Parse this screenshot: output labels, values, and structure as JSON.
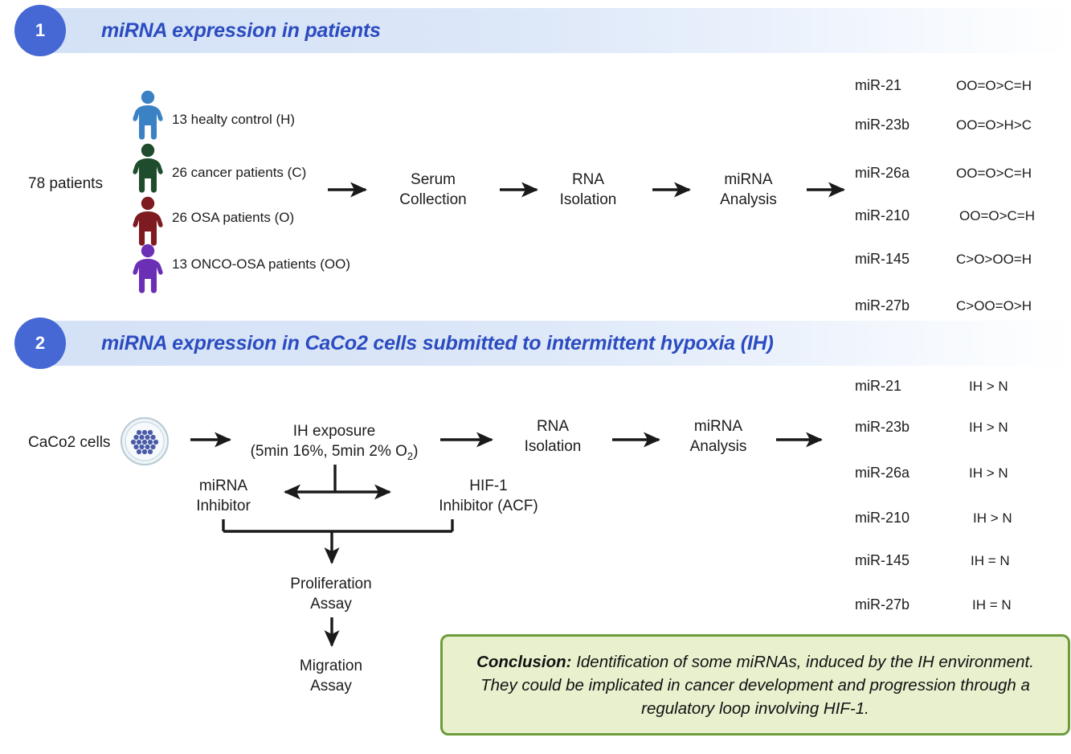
{
  "figure": {
    "title": "miRNA expression study schematic",
    "colors": {
      "badge": "#4568d4",
      "banner_start": "#d4e1f6",
      "banner_end": "#ffffff",
      "banner_title": "#2b4cc0",
      "conclusion_fill": "#e8f0ce",
      "conclusion_border": "#6d9c3c",
      "person_healthy": "#3b82c4",
      "person_cancer": "#1f4c2c",
      "person_osa": "#7d1b20",
      "person_oncoosa": "#6a2fb5",
      "cell_fill": "#4a5ba8"
    }
  },
  "sections": [
    {
      "number": "1",
      "title": "miRNA expression in patients",
      "cohort_total": "78 patients",
      "groups": [
        {
          "label": "13 healty control (H)",
          "color": "#3b82c4",
          "icon": "person-icon"
        },
        {
          "label": "26 cancer patients (C)",
          "color": "#1f4c2c",
          "icon": "person-icon"
        },
        {
          "label": "26 OSA patients (O)",
          "color": "#7d1b20",
          "icon": "person-icon"
        },
        {
          "label": "13 ONCO-OSA patients (OO)",
          "color": "#6a2fb5",
          "icon": "person-icon"
        }
      ],
      "steps": [
        {
          "line1": "Serum",
          "line2": "Collection"
        },
        {
          "line1": "RNA",
          "line2": "Isolation"
        },
        {
          "line1": "miRNA",
          "line2": "Analysis"
        }
      ],
      "results": [
        {
          "mirna": "miR-21",
          "comparison": "OO=O>C=H"
        },
        {
          "mirna": "miR-23b",
          "comparison": "OO=O>H>C"
        },
        {
          "mirna": "miR-26a",
          "comparison": "OO=O>C=H"
        },
        {
          "mirna": "miR-210",
          "comparison": "OO=O>C=H"
        },
        {
          "mirna": "miR-145",
          "comparison": "C>O>OO=H"
        },
        {
          "mirna": "miR-27b",
          "comparison": "C>OO=O>H"
        }
      ]
    },
    {
      "number": "2",
      "title": "miRNA expression in CaCo2 cells submitted to intermittent hypoxia (IH)",
      "source_label": "CaCo2 cells",
      "exposure": {
        "line1": "IH exposure",
        "line2_pre": "(5min 16%, 5min 2% O",
        "line2_sub": "2",
        "line2_post": ")"
      },
      "inhibitors": [
        {
          "line1": "miRNA",
          "line2": "Inhibitor"
        },
        {
          "line1": "HIF-1",
          "line2": "Inhibitor (ACF)"
        }
      ],
      "assays": [
        {
          "line1": "Proliferation",
          "line2": "Assay"
        },
        {
          "line1": "Migration",
          "line2": "Assay"
        }
      ],
      "steps": [
        {
          "line1": "RNA",
          "line2": "Isolation"
        },
        {
          "line1": "miRNA",
          "line2": "Analysis"
        }
      ],
      "results": [
        {
          "mirna": "miR-21",
          "comparison": "IH > N"
        },
        {
          "mirna": "miR-23b",
          "comparison": "IH > N"
        },
        {
          "mirna": "miR-26a",
          "comparison": "IH > N"
        },
        {
          "mirna": "miR-210",
          "comparison": "IH > N"
        },
        {
          "mirna": "miR-145",
          "comparison": "IH  = N"
        },
        {
          "mirna": "miR-27b",
          "comparison": "IH = N"
        }
      ]
    }
  ],
  "conclusion": {
    "lead": "Conclusion:",
    "body": " Identification of some miRNAs, induced by the IH environment. They could be implicated in cancer development and progression through a regulatory loop involving HIF-1."
  }
}
